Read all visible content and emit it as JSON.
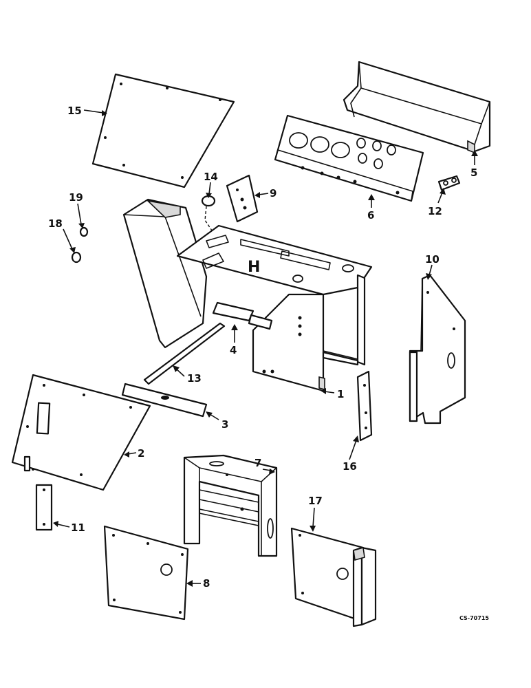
{
  "callouts": {
    "c1": "1",
    "c2": "2",
    "c3": "3",
    "c4": "4",
    "c5": "5",
    "c6": "6",
    "c7": "7",
    "c8": "8",
    "c9": "9",
    "c10": "10",
    "c11": "11",
    "c12": "12",
    "c13": "13",
    "c14": "14",
    "c15": "15",
    "c16": "16",
    "c17": "17",
    "c18": "18",
    "c19": "19"
  },
  "drawing_code": "CS-70715",
  "colors": {
    "ink": "#111111",
    "paper": "#ffffff"
  }
}
